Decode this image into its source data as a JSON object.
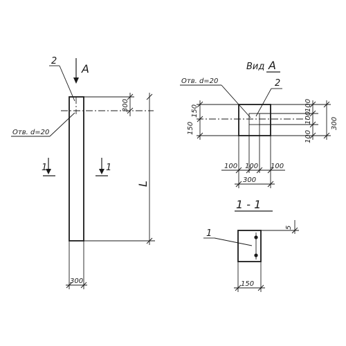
{
  "views": {
    "front": {
      "callout_number": "2",
      "view_arrow_letter": "A",
      "hole_label": "Отв. d=20",
      "dim_top": "300",
      "dim_length": "L",
      "dim_width": "300",
      "section_left": "1",
      "section_right": "1"
    },
    "view_a": {
      "title_prefix": "Вид",
      "title_letter": "А",
      "hole_label": "Отв. d=20",
      "callout_number": "2",
      "dim_left_top": "150",
      "dim_left_bottom": "150",
      "dim_right_top": "100",
      "dim_right_mid": "100",
      "dim_right_bottom": "100",
      "dim_right_total": "300",
      "dim_bottom_left": "100",
      "dim_bottom_mid": "100",
      "dim_bottom_right": "100",
      "dim_bottom_total": "300"
    },
    "section_1_1": {
      "title": "1 - 1",
      "callout_number": "1",
      "dim_cover": "5",
      "dim_width": "150"
    }
  }
}
